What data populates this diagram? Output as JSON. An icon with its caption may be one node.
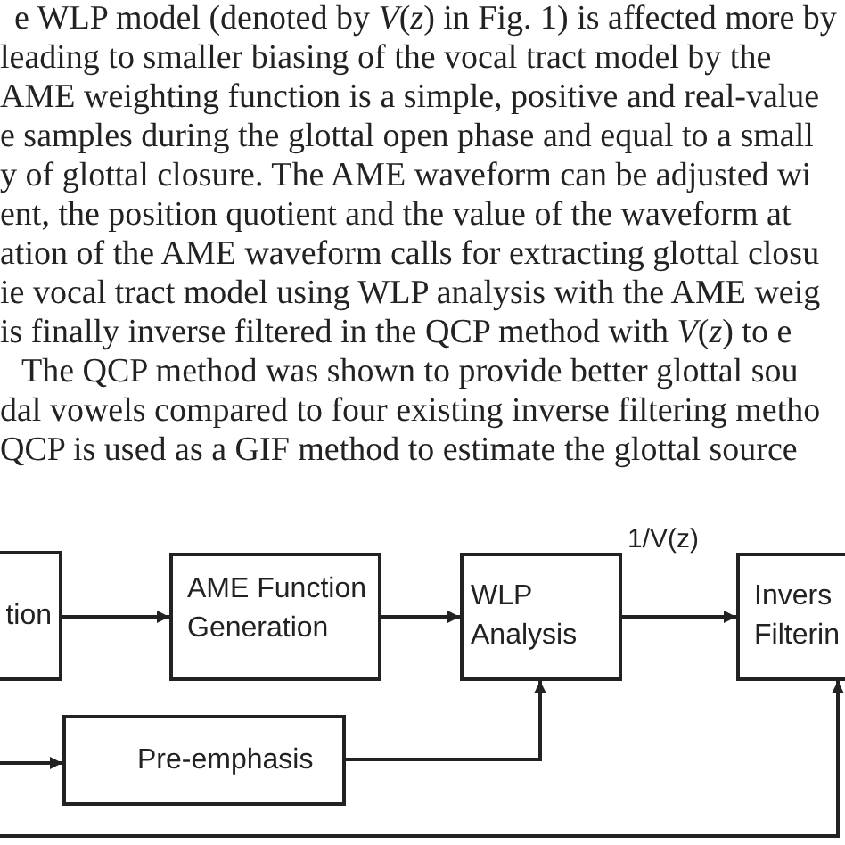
{
  "diagram": {
    "nodes": [
      {
        "text": [
          "tion"
        ]
      },
      {
        "text": [
          "AME Function Generation"
        ]
      },
      {
        "text": [
          "WLP Analysis"
        ]
      },
      {
        "text": [
          "Invers Filterin"
        ]
      },
      {
        "text": [
          "Pre-emphasis"
        ]
      }
    ],
    "edges": [
      {
        "from": 0,
        "to": 1,
        "arrow": "to"
      },
      {
        "from": 1,
        "to": 2,
        "arrow": "to"
      },
      {
        "from": 2,
        "to": 3,
        "arrow": "to",
        "label": "1/V(z)"
      },
      {
        "from": null,
        "to": 4,
        "arrow": "to"
      },
      {
        "from": 4,
        "to": 2,
        "arrow": "to"
      },
      {
        "from": null,
        "to": 3,
        "arrow": "to"
      }
    ],
    "labels": [
      "e WLP model (denoted by *V*(*z*) in Fig. 1) is affected more by",
      "leading to smaller biasing of the vocal tract model by the",
      "AME weighting function is a simple, positive and real-value",
      "e samples during the glottal open phase and equal to a small",
      "y of glottal closure. The AME waveform can be adjusted wi",
      "ent, the position quotient and the value of the waveform at",
      "ation of the AME waveform calls for extracting glottal closu",
      "ie vocal tract model using WLP analysis with the AME weig",
      "is finally inverse filtered in the QCP method with *V*(*z*) to e",
      "The QCP method was shown to provide better glottal sou",
      "dal vowels compared to four existing inverse filtering metho",
      "QCP is used as a GIF method to estimate the glottal source"
    ]
  }
}
